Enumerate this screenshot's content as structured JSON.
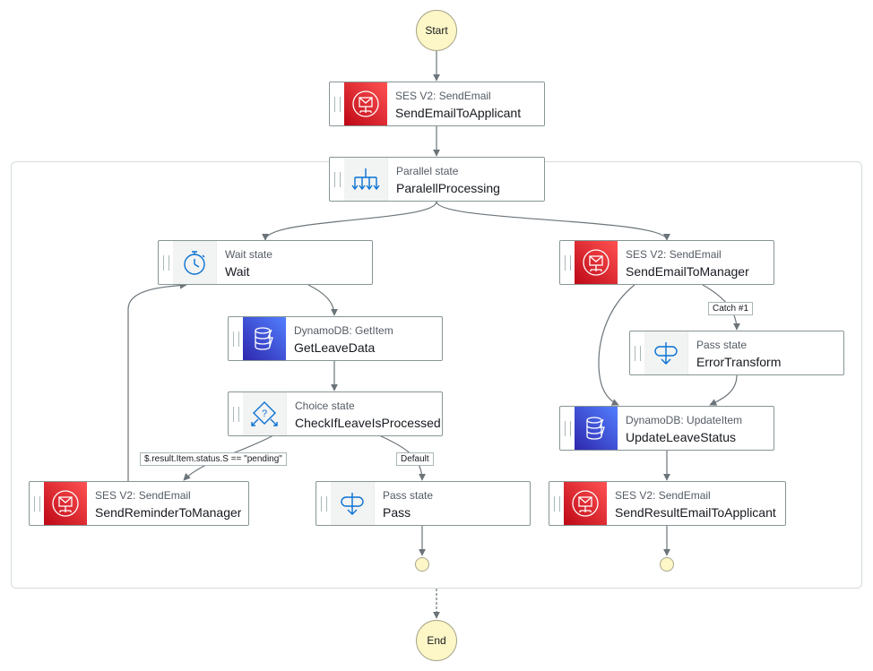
{
  "start": {
    "label": "Start"
  },
  "end": {
    "label": "End"
  },
  "states": {
    "send_email_to_applicant": {
      "type": "SES V2: SendEmail",
      "name": "SendEmailToApplicant",
      "icon": "ses-icon"
    },
    "parallel_processing": {
      "type": "Parallel state",
      "name": "ParalellProcessing",
      "icon": "parallel-icon"
    },
    "wait": {
      "type": "Wait state",
      "name": "Wait",
      "icon": "stopwatch-icon"
    },
    "get_leave_data": {
      "type": "DynamoDB: GetItem",
      "name": "GetLeaveData",
      "icon": "dynamodb-icon"
    },
    "check_if_leave_is_processed": {
      "type": "Choice state",
      "name": "CheckIfLeaveIsProcessed",
      "icon": "choice-icon"
    },
    "send_reminder_to_manager": {
      "type": "SES V2: SendEmail",
      "name": "SendReminderToManager",
      "icon": "ses-icon"
    },
    "pass": {
      "type": "Pass state",
      "name": "Pass",
      "icon": "pass-icon"
    },
    "send_email_to_manager": {
      "type": "SES V2: SendEmail",
      "name": "SendEmailToManager",
      "icon": "ses-icon"
    },
    "error_transform": {
      "type": "Pass state",
      "name": "ErrorTransform",
      "icon": "pass-icon"
    },
    "update_leave_status": {
      "type": "DynamoDB: UpdateItem",
      "name": "UpdateLeaveStatus",
      "icon": "dynamodb-icon"
    },
    "send_result_email_to_applicant": {
      "type": "SES V2: SendEmail",
      "name": "SendResultEmailToApplicant",
      "icon": "ses-icon"
    }
  },
  "edge_labels": {
    "pending": "$.result.Item.status.S == \"pending\"",
    "default": "Default",
    "catch": "Catch #1"
  },
  "colors": {
    "ses": "#dd344c",
    "dynamodb": "#3b48cc",
    "flow_icon": "#0972d3",
    "terminal": "#fdf6c6",
    "edge": "#6b7479"
  }
}
